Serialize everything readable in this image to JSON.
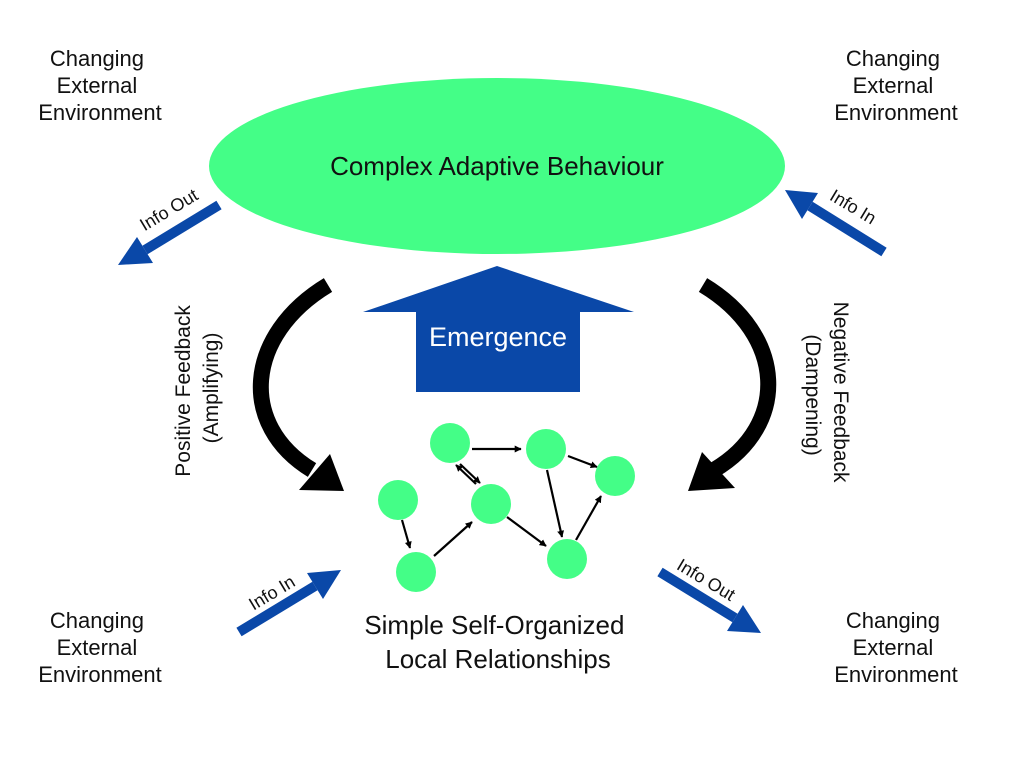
{
  "environment": {
    "top_left": [
      "Changing",
      "External",
      "Environment"
    ],
    "top_right": [
      "Changing",
      "External",
      "Environment"
    ],
    "bottom_left": [
      "Changing",
      "External",
      "Environment"
    ],
    "bottom_right": [
      "Changing",
      "External",
      "Environment"
    ]
  },
  "ellipse": {
    "label": "Complex Adaptive Behaviour",
    "color": "#44fe87"
  },
  "emergence": {
    "label": "Emergence",
    "color": "#0a48a8"
  },
  "feedback": {
    "positive": [
      "Positive Feedback",
      "(Amplifying)"
    ],
    "negative": [
      "Negative Feedback",
      "(Dampening)"
    ]
  },
  "info_arrows": {
    "top_left": "Info Out",
    "top_right": "Info In",
    "bottom_left": "Info In",
    "bottom_right": "Info Out",
    "color": "#0a48a8"
  },
  "network": {
    "node_color": "#44fe87",
    "label": [
      "Simple Self-Organized",
      "Local Relationships"
    ]
  }
}
